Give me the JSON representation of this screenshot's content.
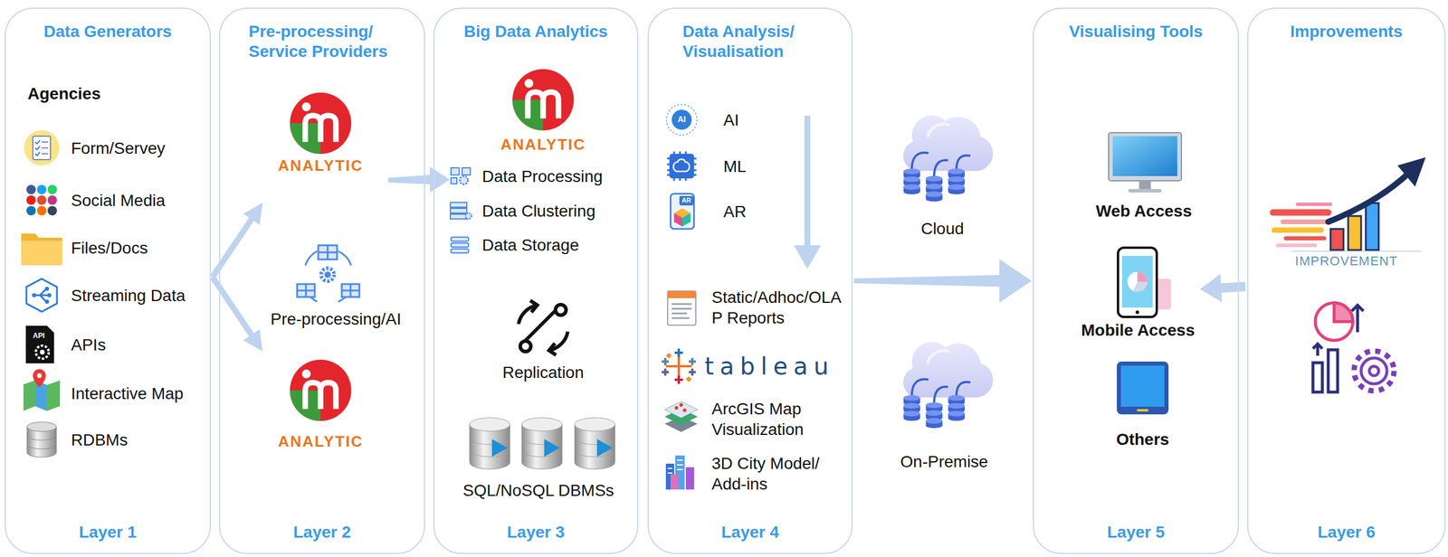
{
  "diagram": {
    "nodes": [
      {
        "text": [
          "Data Generators",
          "Layer 1"
        ]
      },
      {
        "text": [
          "Pre-processing/ Service Providers",
          "Layer 2"
        ]
      },
      {
        "text": [
          "ANALYTIC"
        ],
        "in": 1
      },
      {
        "text": [
          "ANALYTIC"
        ],
        "in": 1
      },
      {
        "text": [
          "Big Data Analytics",
          "Layer 3"
        ]
      },
      {
        "text": [
          "ANALYTIC"
        ],
        "in": 4
      },
      {
        "text": [
          "Data Analysis/ Visualisation",
          "Layer 4"
        ]
      },
      {
        "text": [
          "Cloud"
        ]
      },
      {
        "text": [
          "On-Premise"
        ]
      },
      {
        "text": [
          "Visualising Tools",
          "Layer 5"
        ]
      },
      {
        "text": [
          "Web Access"
        ],
        "in": 9
      },
      {
        "text": [
          "Mobile Access"
        ],
        "in": 9
      },
      {
        "text": [
          "Others"
        ],
        "in": 9
      },
      {
        "text": [
          "Improvements",
          "Layer 6"
        ]
      }
    ],
    "edges": [
      {
        "from": 6,
        "to": 9,
        "arrow": "to"
      },
      {
        "from": 13,
        "to": 11,
        "arrow": "to"
      }
    ],
    "labels": [
      "Agencies",
      "Form/Servey",
      "Social Media",
      "Files/Docs",
      "Streaming Data",
      "APIs",
      "Interactive Map",
      "RDBMs",
      "Pre-processing/AI",
      "Data Processing",
      "Data Clustering",
      "Data Storage",
      "Replication",
      "SQL/NoSQL DBMSs",
      "AI",
      "ML",
      "AR",
      "Static/Adhoc/OLAP Reports",
      "tableau",
      "ArcGIS Map Visualization",
      "3D City Model/ Add-ins",
      "IMPROVEMENT",
      "API",
      "AI",
      "AR"
    ]
  }
}
